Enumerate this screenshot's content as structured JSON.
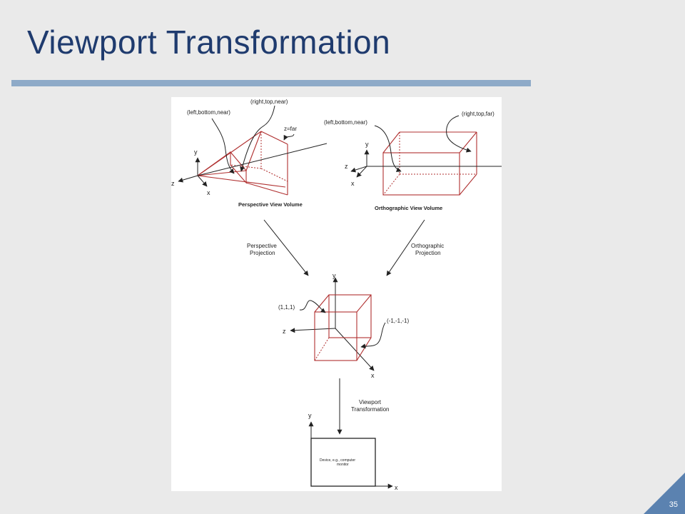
{
  "slide": {
    "title": "Viewport Transformation",
    "page_number": "35"
  },
  "diagram": {
    "perspective": {
      "corner_near_top": "(right,top,near)",
      "corner_near_bottom": "(left,bottom,near)",
      "far_label": "z=far",
      "caption": "Perspective View Volume",
      "axis_x": "x",
      "axis_y": "y",
      "axis_z": "z"
    },
    "orthographic": {
      "corner_near_bottom": "(left,bottom,near)",
      "corner_far_top": "(right,top,far)",
      "caption": "Orthographic View Volume",
      "axis_x": "x",
      "axis_y": "y",
      "axis_z": "z"
    },
    "arrows": {
      "perspective_line1": "Perspective",
      "perspective_line2": "Projection",
      "orthographic_line1": "Orthographic",
      "orthographic_line2": "Projection",
      "viewport_line1": "Viewport",
      "viewport_line2": "Transformation"
    },
    "cube": {
      "corner_pos": "(1,1,1)",
      "corner_neg": "(-1,-1,-1)",
      "axis_x": "x",
      "axis_y": "y",
      "axis_z": "z"
    },
    "device": {
      "label_line1": "Device, e.g., computer",
      "label_line2": "monitor",
      "axis_x": "x",
      "axis_y": "y"
    }
  },
  "colors": {
    "title": "#1f3b6e",
    "rule": "#8eaac8",
    "volume_stroke": "#b03030",
    "corner_triangle": "#5b82b0"
  }
}
